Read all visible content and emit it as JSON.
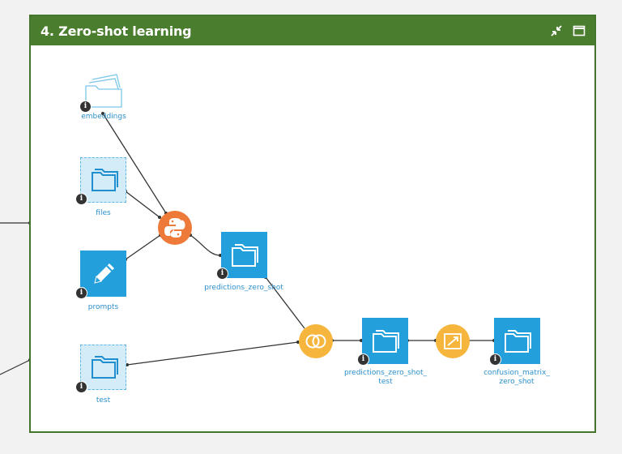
{
  "zone": {
    "title": "4. Zero-shot learning",
    "header_color": "#4a7d2d"
  },
  "colors": {
    "dataset_blue": "#23a0dc",
    "dataset_light": "#d4ecf8",
    "recipe_python": "#ee7a3a",
    "recipe_join": "#f6b53c",
    "edge": "#333333"
  },
  "nodes": {
    "embeddings": {
      "label": "embeddings",
      "icon": "folder-outline-icon"
    },
    "files": {
      "label": "files",
      "icon": "folder-icon"
    },
    "prompts": {
      "label": "prompts",
      "icon": "pencil-icon"
    },
    "test": {
      "label": "test",
      "icon": "folder-icon"
    },
    "python_recipe": {
      "icon": "python-icon"
    },
    "predictions_zero_shot": {
      "label": "predictions_zero_shot",
      "icon": "folder-icon"
    },
    "join_recipe": {
      "icon": "join-icon"
    },
    "predictions_zero_shot_test": {
      "label_line1": "predictions_zero_shot_",
      "label_line2": "test",
      "icon": "folder-icon"
    },
    "prepare_recipe": {
      "icon": "split-icon"
    },
    "confusion_matrix": {
      "label_line1": "confusion_matrix_",
      "label_line2": "zero_shot",
      "icon": "folder-icon"
    }
  },
  "info_glyph": "i",
  "header_buttons": {
    "collapse": "collapse-icon",
    "maximize": "maximize-icon"
  }
}
